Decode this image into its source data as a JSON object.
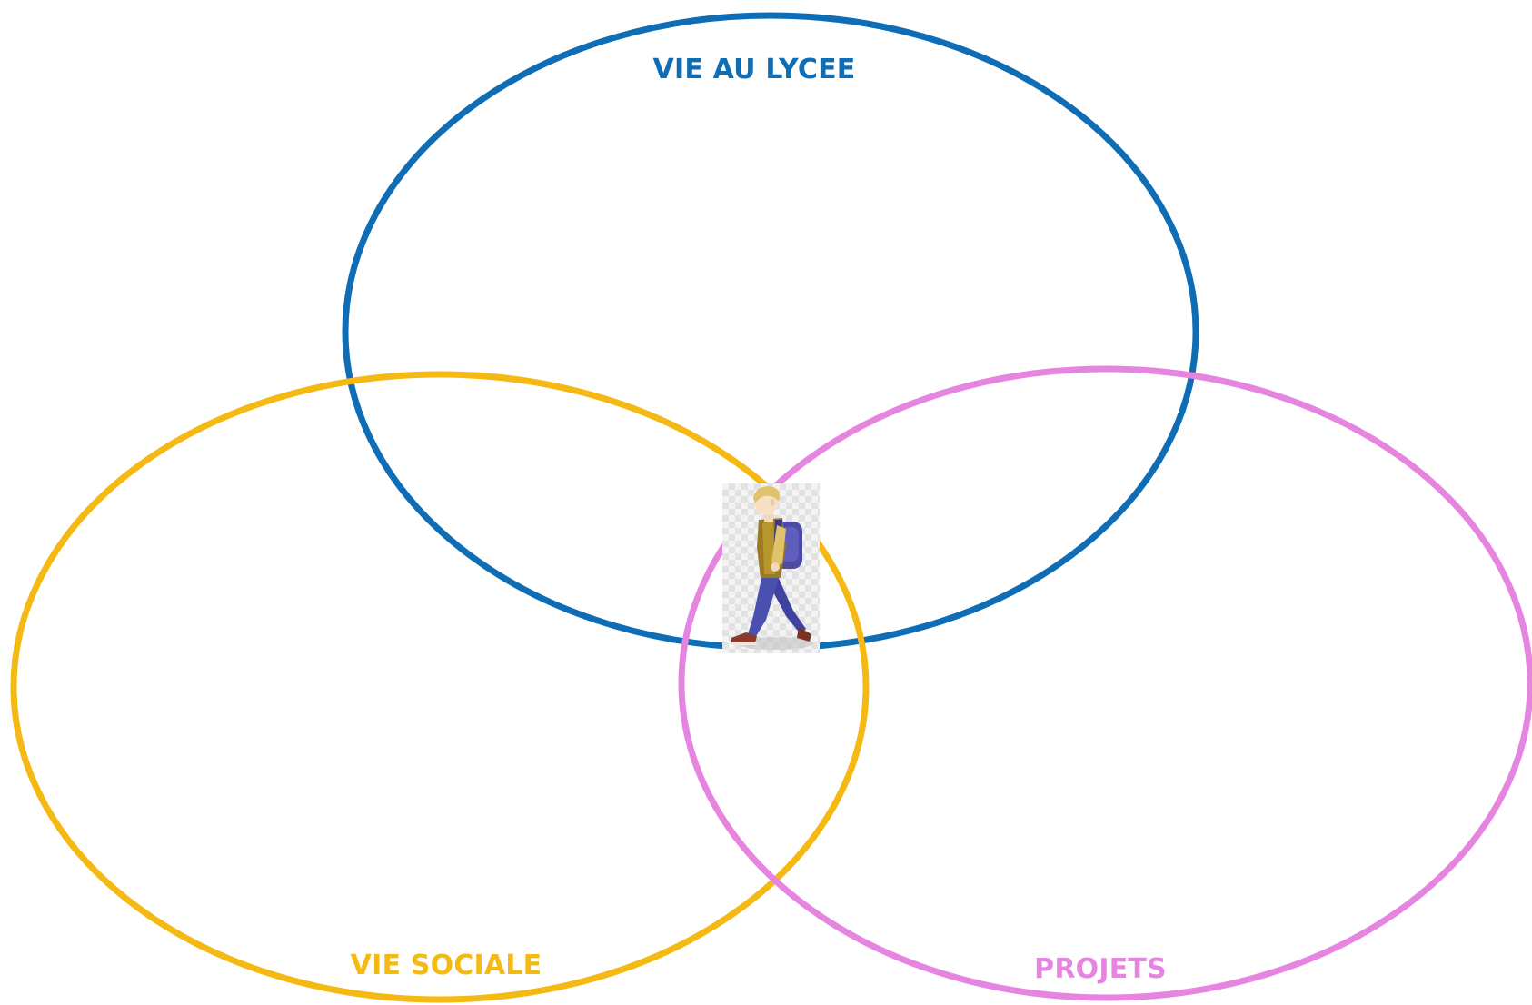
{
  "diagram": {
    "circles": [
      {
        "id": "school",
        "label": "VIE AU LYCEE",
        "color": "#0f6db5"
      },
      {
        "id": "social",
        "label": "VIE SOCIALE",
        "color": "#f4b912"
      },
      {
        "id": "projects",
        "label": "PROJETS",
        "color": "#e685e0"
      }
    ],
    "center_image": {
      "icon": "student-walking-icon",
      "colors": {
        "hair": "#e0c26a",
        "jacket": "#9a7a22",
        "backpack": "#4d4ba6",
        "pants": "#4b4fae",
        "shoes": "#8a3a2a"
      }
    }
  }
}
